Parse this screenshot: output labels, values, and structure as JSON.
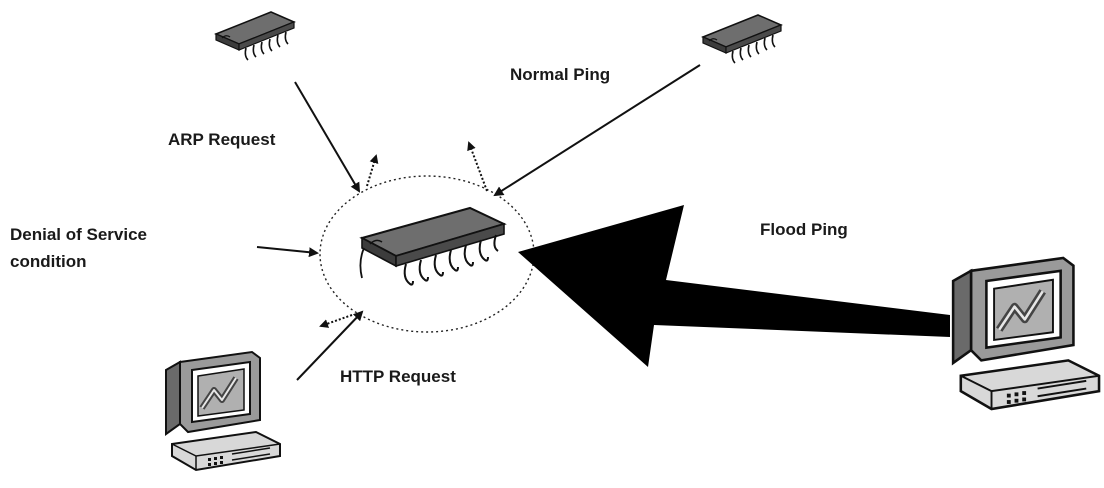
{
  "labels": {
    "arp_request": "ARP Request",
    "normal_ping": "Normal Ping",
    "dos_line1": "Denial of Service",
    "dos_line2": "condition",
    "flood_ping": "Flood Ping",
    "http_request": "HTTP Request"
  },
  "colors": {
    "chip_top": "#6e6e6e",
    "chip_side": "#3c3c3c",
    "stroke": "#111111",
    "monitor_body": "#b8b8b8",
    "flood_arrow": "#000000"
  },
  "icons": [
    "chip-icon",
    "computer-icon"
  ]
}
